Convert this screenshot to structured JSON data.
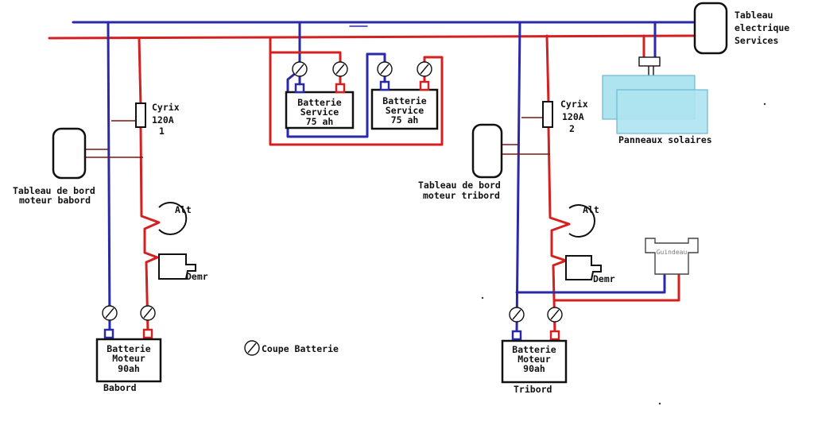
{
  "labels": {
    "tableau_services": [
      "Tableau",
      "electrique",
      "Services"
    ],
    "panneaux": "Panneaux solaires",
    "service_bat_1": [
      "Batterie",
      "Service",
      "75 ah"
    ],
    "service_bat_2": [
      "Batterie",
      "Service",
      "75 ah"
    ],
    "cyrix_1": [
      "Cyrix",
      "120A",
      "1"
    ],
    "cyrix_2": [
      "Cyrix",
      "120A",
      "2"
    ],
    "tableau_babord": [
      "Tableau de bord",
      "moteur babord"
    ],
    "tableau_tribord": [
      "Tableau de bord",
      "moteur tribord"
    ],
    "alt": "Alt",
    "demr": "Demr",
    "guindeau": "Guindeau",
    "moteur_bat_babord": [
      "Batterie",
      "Moteur",
      "90ah"
    ],
    "moteur_bat_tribord": [
      "Batterie",
      "Moteur",
      "90ah"
    ],
    "babord": "Babord",
    "tribord": "Tribord",
    "legend": "Coupe Batterie"
  },
  "colors": {
    "negative_wire": "#2a2aa8",
    "positive_wire": "#d42020",
    "solar_panel": "#aee3f0"
  }
}
